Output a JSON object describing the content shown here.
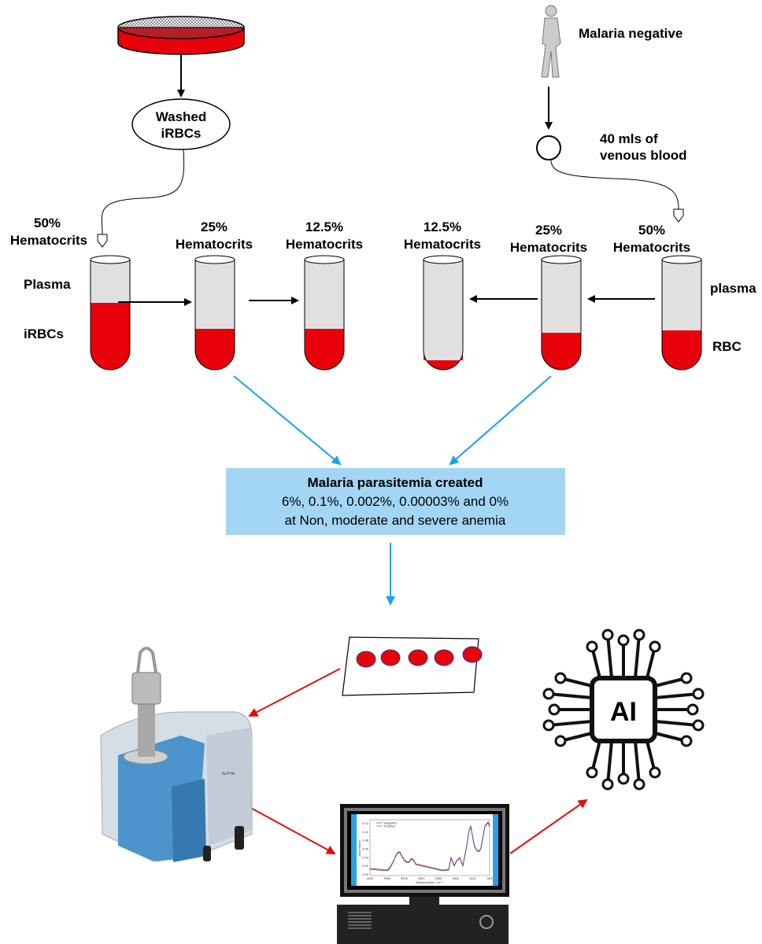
{
  "top_left": {
    "ellipse_label_1": "Washed",
    "ellipse_label_2": "iRBCs"
  },
  "top_right": {
    "donor_label": "Malaria negative",
    "blood_label_1": "40 mls of",
    "blood_label_2": "venous blood"
  },
  "tubes": [
    {
      "percent": "50%",
      "label": "Hematocrits"
    },
    {
      "percent": "25%",
      "label": "Hematocrits"
    },
    {
      "percent": "12.5%",
      "label": "Hematocrits"
    },
    {
      "percent": "12.5%",
      "label": "Hematocrits"
    },
    {
      "percent": "25%",
      "label": "Hematocrits"
    },
    {
      "percent": "50%",
      "label": "Hematocrits"
    }
  ],
  "side_labels": {
    "left_top": "Plasma",
    "left_bottom": "iRBCs",
    "right_top": "plasma",
    "right_bottom": "RBC"
  },
  "result_box": {
    "title": "Malaria parasitemia created",
    "line2": "6%, 0.1%, 0.002%, 0.00003% and 0%",
    "line3": "at Non, moderate and severe anemia"
  },
  "spectrometer": {
    "brand": "ALPHA"
  },
  "screen_chart": {
    "ylabel": "Absorbance",
    "xlabel": "Wavenumber / cm⁻¹",
    "legend": [
      "Negative",
      "Positive"
    ],
    "x_ticks": [
      "4000",
      "3500",
      "3000",
      "2500",
      "2000",
      "1500",
      "1000",
      "500"
    ],
    "y_ticks": [
      "0.12",
      "0.10",
      "0.08",
      "0.06",
      "0.04",
      "0.02",
      "0.00"
    ]
  },
  "ai_chip": {
    "label": "AI"
  },
  "colors": {
    "blood": "#e8000b",
    "plasma": "#e0e0e0",
    "box": "#a3d6f5",
    "blue_arrow": "#1aa3e8",
    "red_arrow": "#e01010"
  }
}
